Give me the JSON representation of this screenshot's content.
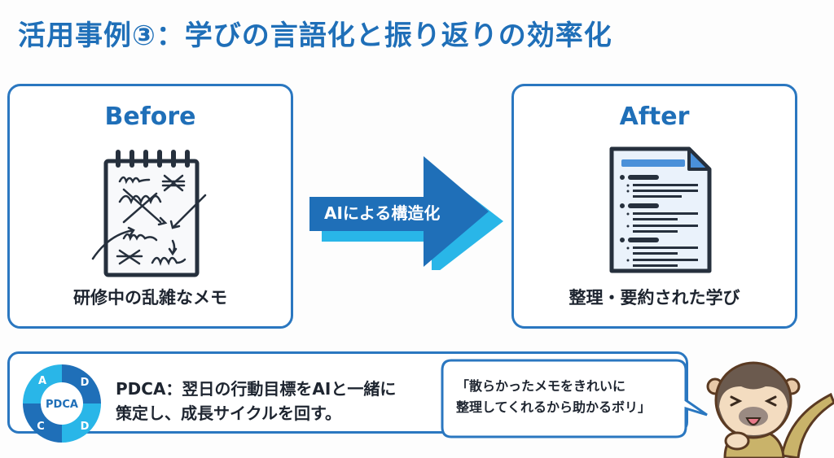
{
  "title": "活用事例③：学びの言語化と振り返りの効率化",
  "before": {
    "heading": "Before",
    "icon": "messy-notepad-icon",
    "caption": "研修中の乱雑なメモ"
  },
  "arrow": {
    "label": "AIによる構造化",
    "icon": "right-arrow-icon"
  },
  "after": {
    "heading": "After",
    "icon": "organized-document-icon",
    "caption": "整理・要約された学び"
  },
  "pdca": {
    "icon_center": "PDCA",
    "segments": [
      "A",
      "D",
      "D",
      "C"
    ],
    "line1": "PDCA：翌日の行動目標をAIと一緒に",
    "line2": "策定し、成長サイクルを回す。"
  },
  "speech": {
    "line1": "「散らかったメモをきれいに",
    "line2": "整理してくれるから助かるボリ」"
  },
  "colors": {
    "primary": "#2a77c0",
    "title": "#1f6fb8",
    "accent_light": "#29b6e8",
    "text": "#1e2530"
  }
}
